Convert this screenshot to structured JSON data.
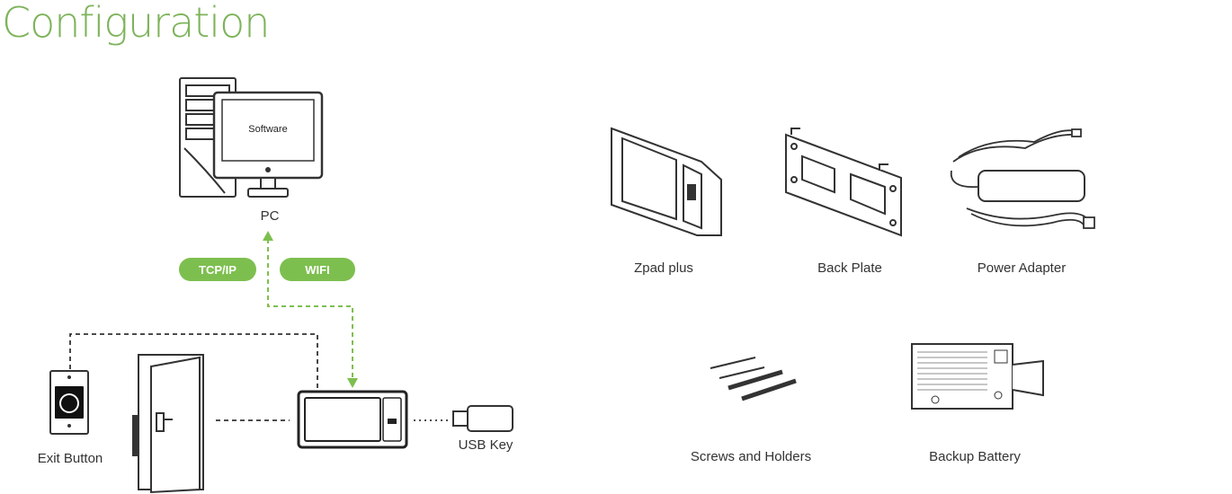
{
  "title": "Configuration",
  "colors": {
    "accent": "#7db35a",
    "pill": "#7dbf4f",
    "line": "#333333"
  },
  "pc": {
    "screen_text": "Software",
    "label": "PC"
  },
  "connections": {
    "tcp": "TCP/IP",
    "wifi": "WIFI"
  },
  "devices": {
    "exit_button": "Exit Button",
    "usb_key": "USB Key"
  },
  "accessories": {
    "zpad": "Zpad plus",
    "back_plate": "Back Plate",
    "power_adapter": "Power Adapter",
    "screws": "Screws and Holders",
    "battery": "Backup Battery"
  }
}
